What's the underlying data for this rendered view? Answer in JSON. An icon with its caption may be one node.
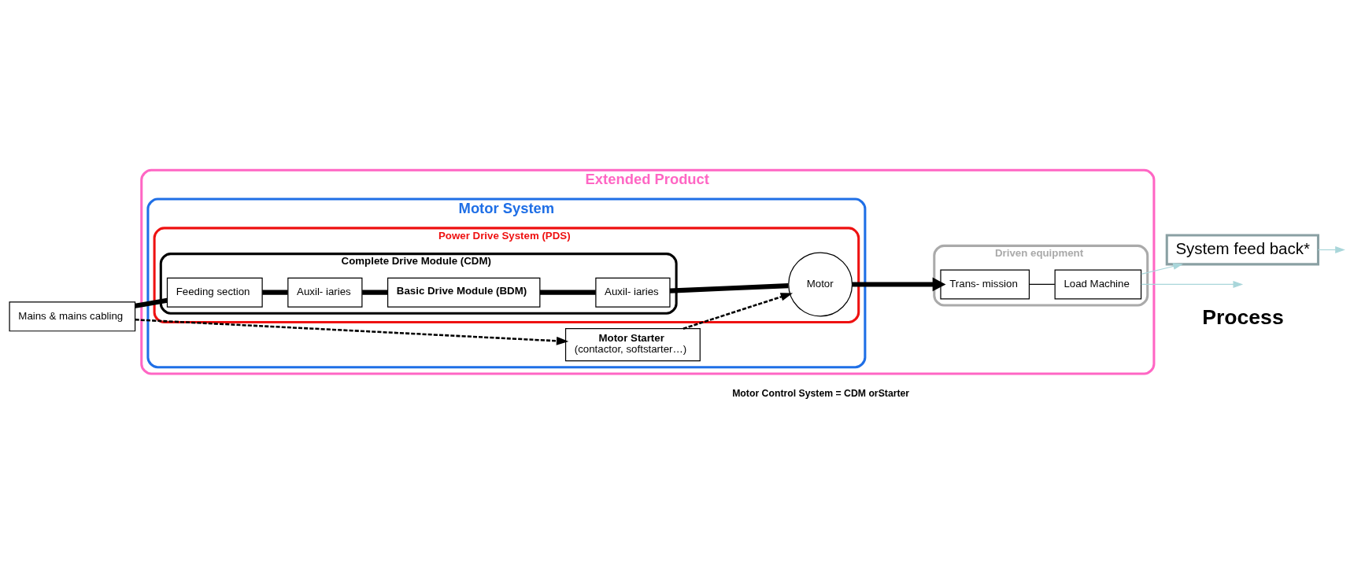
{
  "diagram": {
    "nodes": [
      {
        "text": [
          "Extended Product"
        ]
      },
      {
        "text": [
          "Motor System"
        ],
        "in": 0
      },
      {
        "text": [
          "Power Drive System (PDS)"
        ],
        "in": 1
      },
      {
        "text": [
          "Complete Drive Module (CDM)"
        ],
        "in": 2
      },
      {
        "text": [
          "Feeding section"
        ],
        "in": 3
      },
      {
        "text": [
          "Auxil- iaries"
        ],
        "in": 3
      },
      {
        "text": [
          "Basic Drive Module (BDM)"
        ],
        "in": 3
      },
      {
        "text": [
          "Auxil- iaries"
        ],
        "in": 3
      },
      {
        "text": [
          "Motor"
        ],
        "in": 2
      },
      {
        "text": [
          "Motor Starter",
          "(contactor, softstarter…)"
        ],
        "in": 1
      },
      {
        "text": [
          "Mains & mains cabling"
        ]
      },
      {
        "text": [
          "Driven equipment"
        ],
        "in": 0
      },
      {
        "text": [
          "Trans- mission"
        ],
        "in": 11
      },
      {
        "text": [
          "Load Machine"
        ],
        "in": 11
      },
      {
        "text": [
          "System feed back*"
        ]
      }
    ],
    "edges": [
      {
        "from": 10,
        "to": 4,
        "arrow": "none",
        "style": "thick"
      },
      {
        "from": 4,
        "to": 5,
        "arrow": "none",
        "style": "thick"
      },
      {
        "from": 5,
        "to": 6,
        "arrow": "none",
        "style": "thick"
      },
      {
        "from": 6,
        "to": 7,
        "arrow": "none",
        "style": "thick"
      },
      {
        "from": 7,
        "to": 8,
        "arrow": "none",
        "style": "thick"
      },
      {
        "from": 8,
        "to": 12,
        "arrow": "to",
        "style": "thick"
      },
      {
        "from": 12,
        "to": 13,
        "arrow": "none"
      },
      {
        "from": 13,
        "to": null,
        "arrow": "to",
        "color": "#a9d6da"
      },
      {
        "from": 13,
        "to": 14,
        "arrow": "to",
        "color": "#a9d6da"
      },
      {
        "from": 14,
        "to": null,
        "arrow": "to",
        "color": "#a9d6da"
      },
      {
        "from": 10,
        "to": 9,
        "arrow": "to",
        "style": "dashed"
      },
      {
        "from": 9,
        "to": 8,
        "arrow": "to",
        "style": "dashed"
      }
    ],
    "labels": [
      "Process",
      "Motor Control System = CDM orStarter"
    ]
  }
}
